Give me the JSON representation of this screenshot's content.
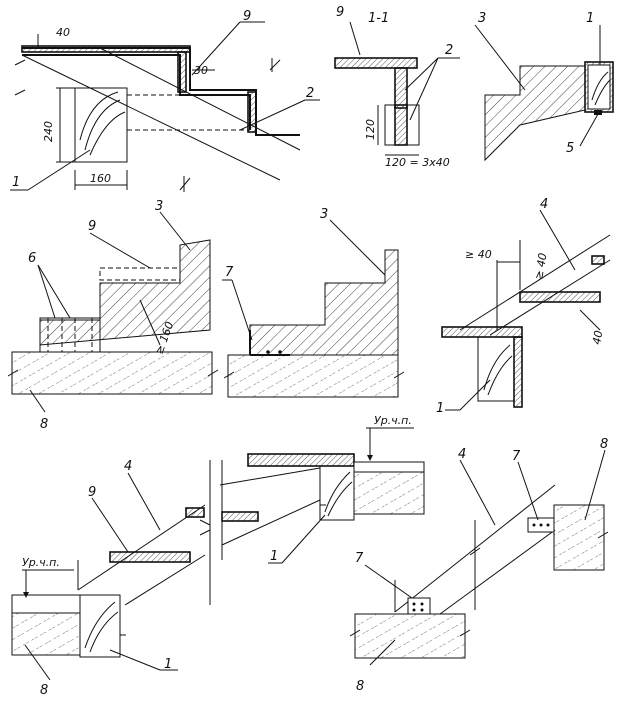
{
  "drawing": {
    "section_title": "1-1",
    "callouts": [
      "1",
      "2",
      "3",
      "4",
      "5",
      "6",
      "7",
      "8",
      "9"
    ],
    "dims": {
      "d40": "40",
      "d30": "30",
      "d240": "240",
      "d160": "160",
      "d120": "120",
      "d120x": "120 = 3x40",
      "ge40": "≥ 40",
      "ge160": "≥ 160"
    },
    "level_mark": "Ур.ч.п."
  }
}
